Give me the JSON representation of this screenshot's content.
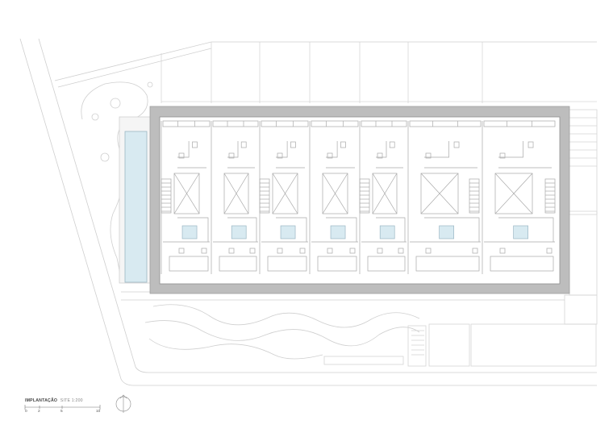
{
  "drawing": {
    "title": "IMPLANTAÇÃO",
    "subtitle": "SITE 1:200",
    "scale_bar": {
      "labels": [
        "0",
        "2",
        "5",
        "10"
      ]
    },
    "colors": {
      "line": "#c8c8c8",
      "wall": "#a9a9a9",
      "slab": "#d6d6d6",
      "pool": "#d8eaf1",
      "pool_edge": "#9bb7c4"
    }
  }
}
